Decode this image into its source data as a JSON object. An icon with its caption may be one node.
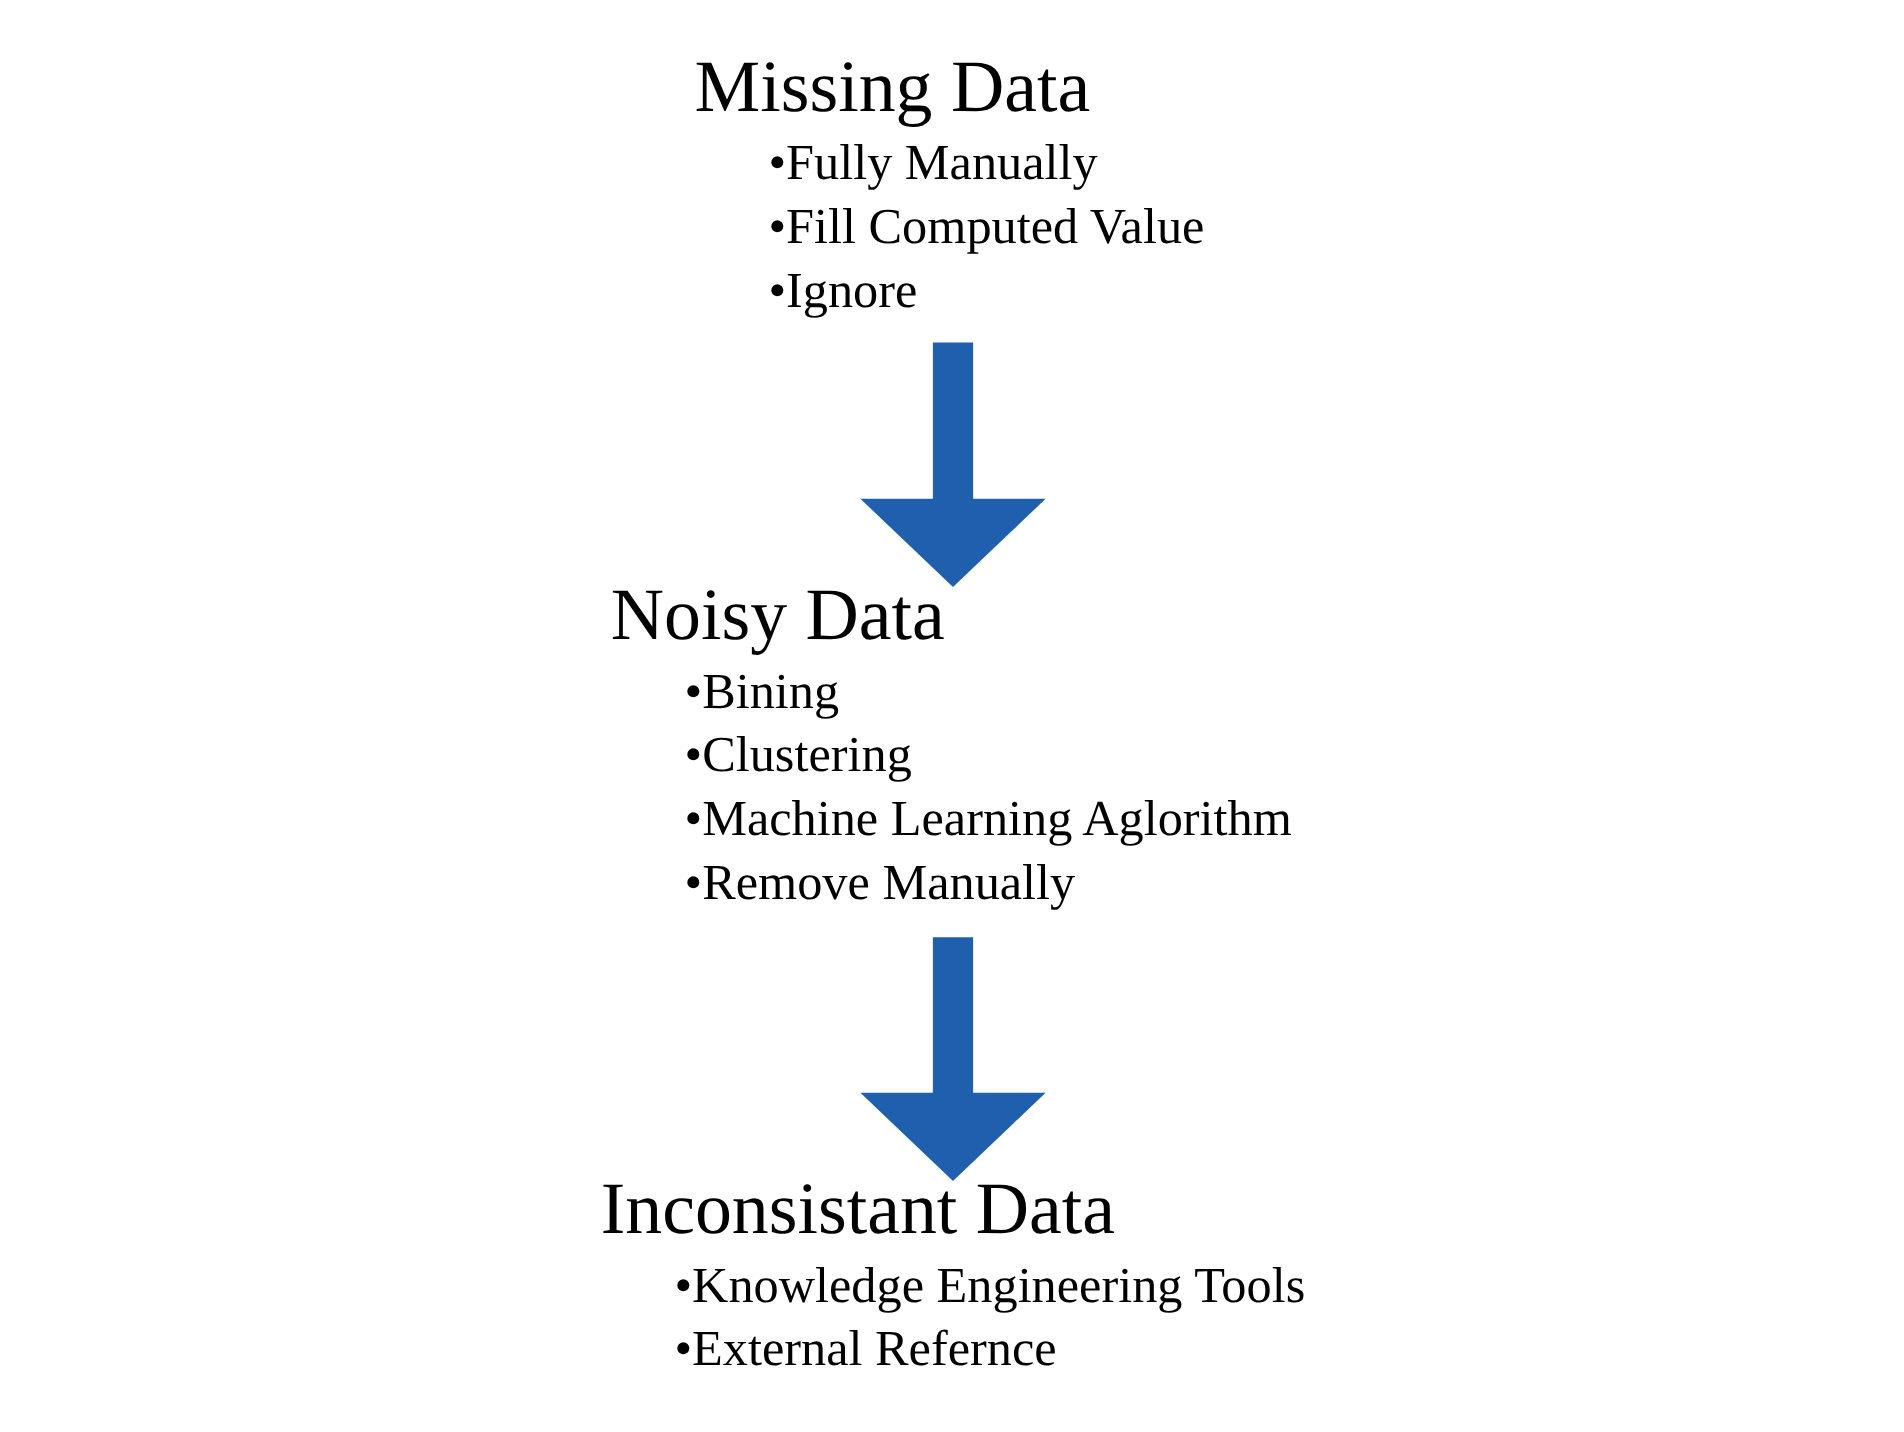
{
  "diagram": {
    "nodes": [
      {
        "text": [
          "Missing Data",
          "•Fully Manually",
          "•Fill Computed Value",
          "•Ignore"
        ]
      },
      {
        "text": [
          "Noisy Data",
          "•Bining",
          "•Clustering",
          "•Machine Learning Aglorithm",
          "•Remove Manually"
        ]
      },
      {
        "text": [
          "Inconsistant Data",
          "•Knowledge Engineering Tools",
          "•External Refernce"
        ]
      }
    ],
    "edges": [
      {
        "from": 0,
        "to": 1,
        "arrow": "to"
      },
      {
        "from": 1,
        "to": 2,
        "arrow": "to"
      }
    ]
  }
}
